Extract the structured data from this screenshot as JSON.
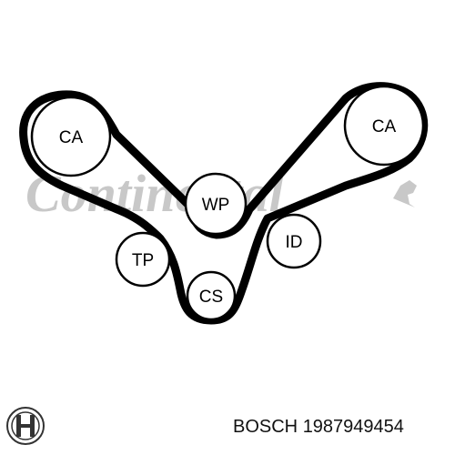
{
  "watermark": {
    "text": "Continental"
  },
  "pulleys": [
    {
      "id": "ca-left",
      "label": "CA"
    },
    {
      "id": "ca-right",
      "label": "CA"
    },
    {
      "id": "wp",
      "label": "WP"
    },
    {
      "id": "tp",
      "label": "TP"
    },
    {
      "id": "id",
      "label": "ID"
    },
    {
      "id": "cs",
      "label": "CS"
    }
  ],
  "footer": {
    "brand": "BOSCH",
    "part_number": "1987949454"
  },
  "colors": {
    "belt": "#000000",
    "pulley_outline": "#000000",
    "watermark": "#c8c8c8",
    "background": "#ffffff"
  },
  "icons": {
    "brand_logo": "bosch-armature-logo-icon"
  }
}
